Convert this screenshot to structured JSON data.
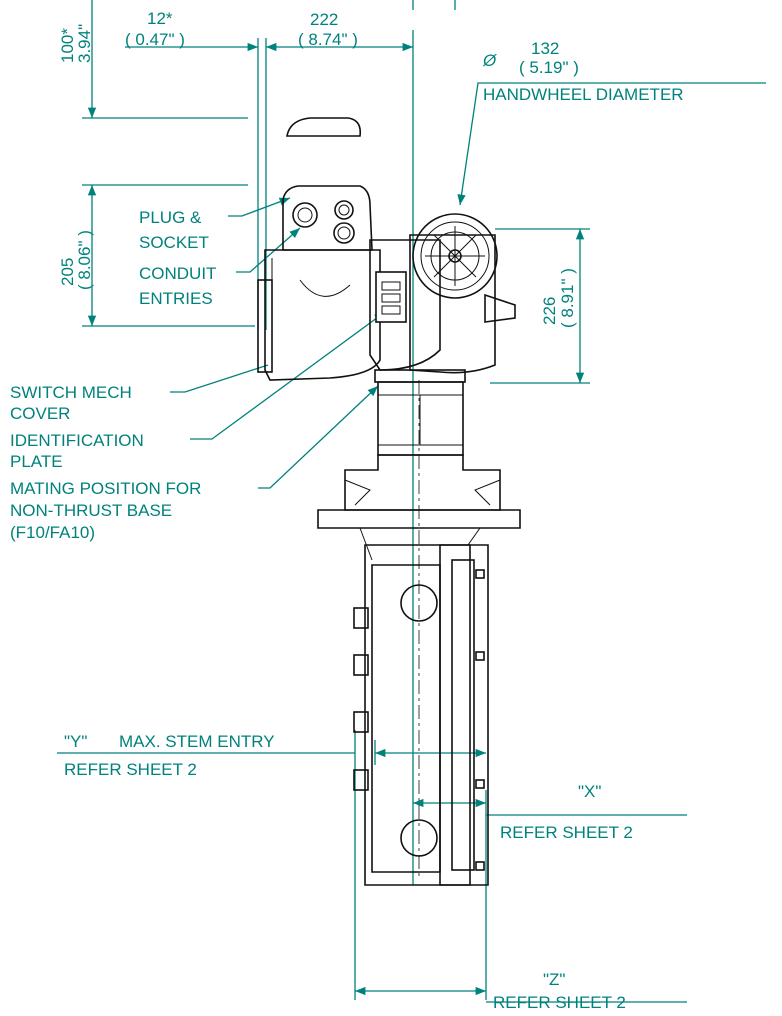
{
  "dimensions": {
    "d100": {
      "mm": "100*",
      "inch": "3.94\""
    },
    "d12": {
      "mm": "12*",
      "inch": "( 0.47\" )"
    },
    "d222": {
      "mm": "222",
      "inch": "( 8.74\" )"
    },
    "d132": {
      "symbol": "Ø",
      "mm": "132",
      "inch": "( 5.19\" )"
    },
    "d205": {
      "mm": "205",
      "inch": "( 8.06\" )"
    },
    "d226": {
      "mm": "226",
      "inch": "( 8.91\" )"
    }
  },
  "labels": {
    "handwheel": "HANDWHEEL DIAMETER",
    "plug_socket": [
      "PLUG &",
      "SOCKET"
    ],
    "conduit": [
      "CONDUIT",
      "ENTRIES"
    ],
    "switch_mech": [
      "SWITCH MECH",
      "COVER"
    ],
    "identification": [
      "IDENTIFICATION",
      "PLATE"
    ],
    "mating": [
      "MATING POSITION FOR",
      "NON-THRUST BASE",
      "(F10/FA10)"
    ],
    "x_label": "\"X\"",
    "x_ref": "REFER SHEET 2",
    "y_label": "\"Y\"",
    "y_max": "MAX. STEM ENTRY",
    "y_ref": "REFER SHEET 2",
    "z_label": "\"Z\"",
    "z_ref": "REFER SHEET 2"
  },
  "colors": {
    "dimension": "#00827c",
    "outline": "#111111"
  }
}
